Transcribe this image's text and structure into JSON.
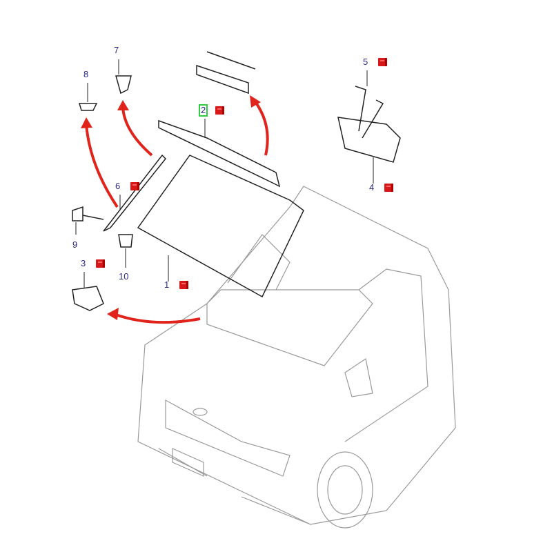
{
  "diagram": {
    "callouts": [
      {
        "id": "1",
        "has_info": true
      },
      {
        "id": "2",
        "has_info": true,
        "selected": true
      },
      {
        "id": "3",
        "has_info": true
      },
      {
        "id": "4",
        "has_info": true
      },
      {
        "id": "5",
        "has_info": true
      },
      {
        "id": "6",
        "has_info": true
      },
      {
        "id": "7",
        "has_info": false
      },
      {
        "id": "8",
        "has_info": false
      },
      {
        "id": "9",
        "has_info": false
      },
      {
        "id": "10",
        "has_info": false
      }
    ],
    "colors": {
      "arrow": "#e0241c",
      "line": "#222222",
      "selected": "#2ecc40",
      "label": "#2a2a8a"
    }
  }
}
